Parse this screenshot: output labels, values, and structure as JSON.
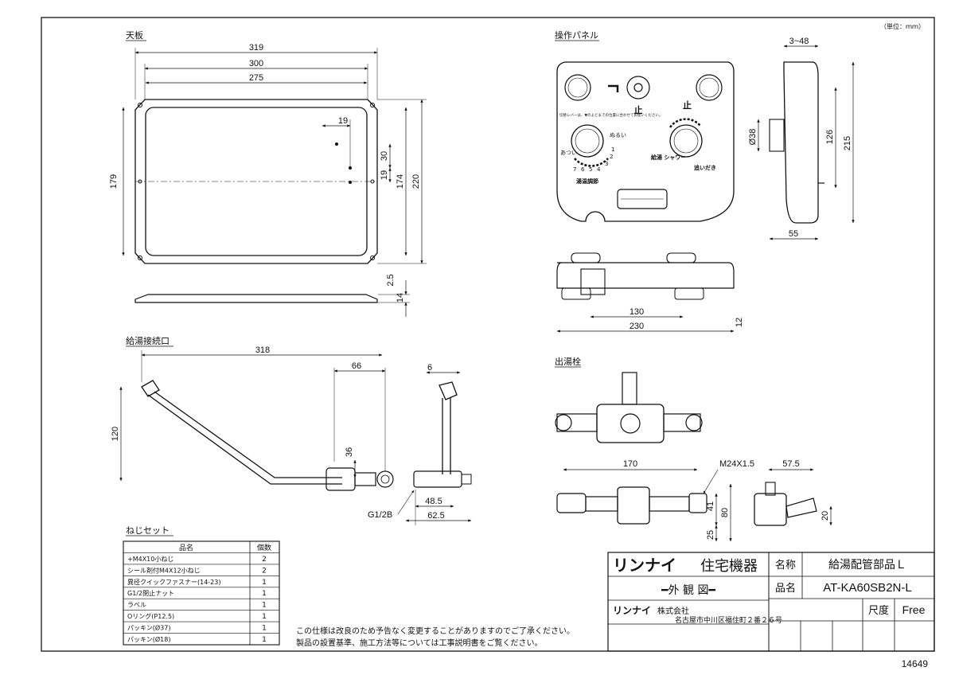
{
  "unit_note": "（単位：ｍｍ）",
  "sections": {
    "top_plate": "天板",
    "control_panel": "操作パネル",
    "hot_water_inlet": "給湯接続口",
    "spout": "出湯栓",
    "screw_set": "ねじセット"
  },
  "top_plate_dims": [
    "319",
    "300",
    "275",
    "19",
    "30",
    "19",
    "179",
    "174",
    "220",
    "2.5",
    "14"
  ],
  "panel_dims": [
    "3~48",
    "Ø38",
    "126",
    "215",
    "55",
    "130",
    "230",
    "12"
  ],
  "panel_labels": {
    "stop1": "止",
    "stop2": "止",
    "warm": "ぬるい",
    "hot": "あつい",
    "temp_adjust": "湯温調節",
    "supply_shower": "給湯\nシャワー",
    "reheat": "追いだき",
    "numbers": [
      "7",
      "6",
      "5",
      "4",
      "3",
      "2",
      "1"
    ],
    "switch_note": "切替レバーは、▼のよどまでの位置に合わせてお使いください。"
  },
  "inlet_dims": [
    "318",
    "66",
    "6",
    "120",
    "36",
    "G1/2B",
    "48.5",
    "62.5"
  ],
  "spout_dims": [
    "170",
    "M24X1.5",
    "57.5",
    "41",
    "80",
    "25",
    "20"
  ],
  "screw_table": {
    "headers": [
      "品名",
      "個数"
    ],
    "rows": [
      [
        "+M4X10小ねじ",
        "2"
      ],
      [
        "シール剤付M4X12小ねじ",
        "2"
      ],
      [
        "異径クイックファスナー(14-23)",
        "1"
      ],
      [
        "G1/2閉止ナット",
        "1"
      ],
      [
        "ラベル",
        "1"
      ],
      [
        "Oリング(P12.5)",
        "1"
      ],
      [
        "パッキン(Ø37)",
        "1"
      ],
      [
        "パッキン(Ø18)",
        "1"
      ]
    ]
  },
  "notes": [
    "この仕様は改良のため予告なく変更することがありますのでご了承ください。",
    "製品の設置基準、施工方法等については工事説明書をご覧ください。"
  ],
  "title_block": {
    "brand": "リンナイ",
    "category": "住宅機器",
    "drawing_type": "━外 観 図━",
    "company_logo": "リンナイ",
    "company_suffix": "株式会社",
    "address": "名古屋市中川区福住町２番２６号",
    "name_label": "名称",
    "name_value": "給湯配管部品Ｌ",
    "product_label": "品名",
    "product_value": "AT-KA60SB2N-L",
    "scale_label": "尺度",
    "scale_value": "Free"
  },
  "drawing_number": "14649"
}
